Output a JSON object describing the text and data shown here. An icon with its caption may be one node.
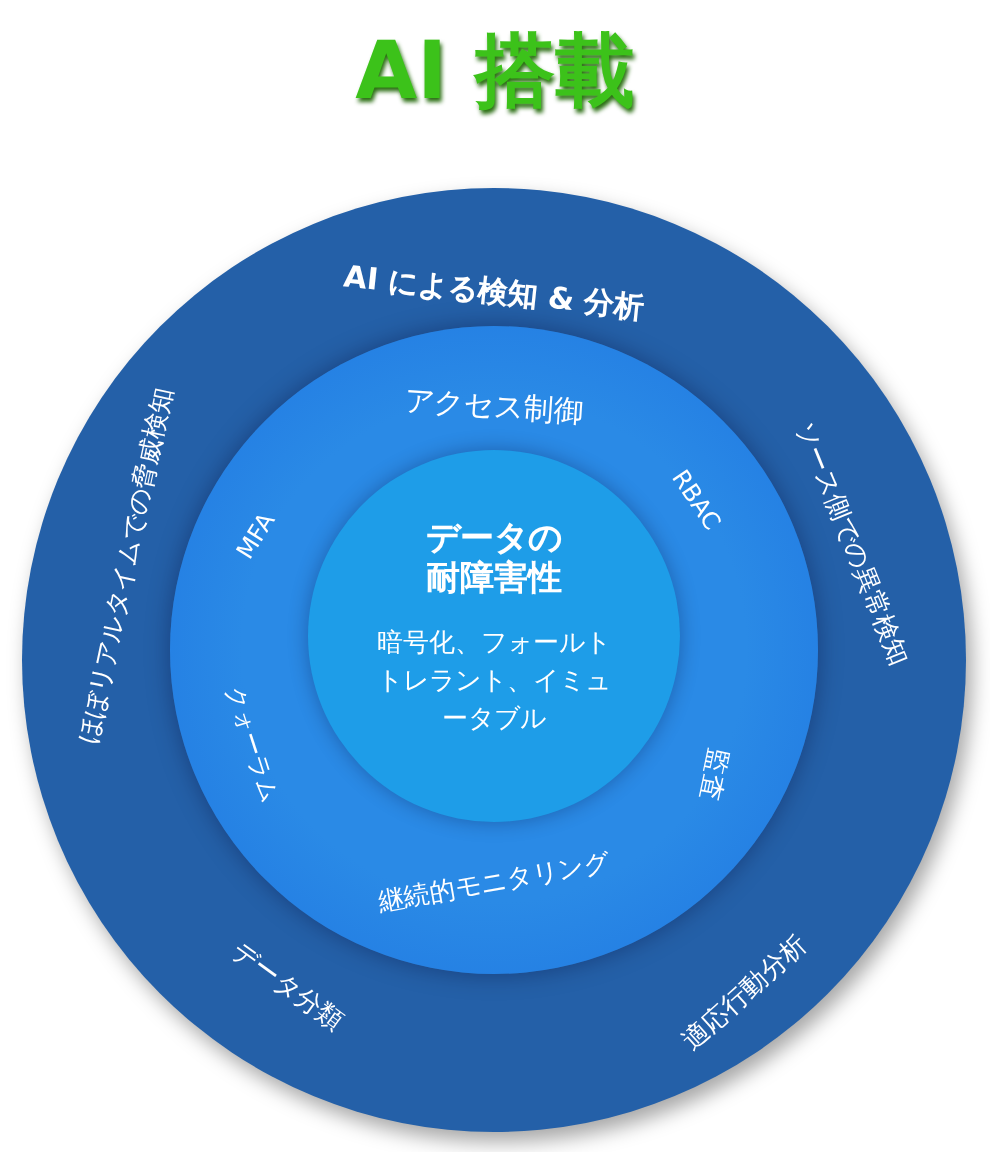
{
  "diagram": {
    "title": "AI 搭載",
    "nodes": [
      {
        "text": [
          "AI による検知 & 分析",
          "ソース側での異常検知",
          "適応行動分析",
          "データ分類",
          "ほぼリアルタイムでの脅威検知"
        ]
      },
      {
        "text": [
          "アクセス制御",
          "RBAC",
          "監査",
          "継続的モニタリング",
          "クォーラム",
          "MFA"
        ],
        "in": 0
      },
      {
        "text": [
          "データの耐障害性",
          "暗号化、フォールトトレラント、イミュータブル"
        ],
        "in": 1
      }
    ],
    "edges": []
  }
}
